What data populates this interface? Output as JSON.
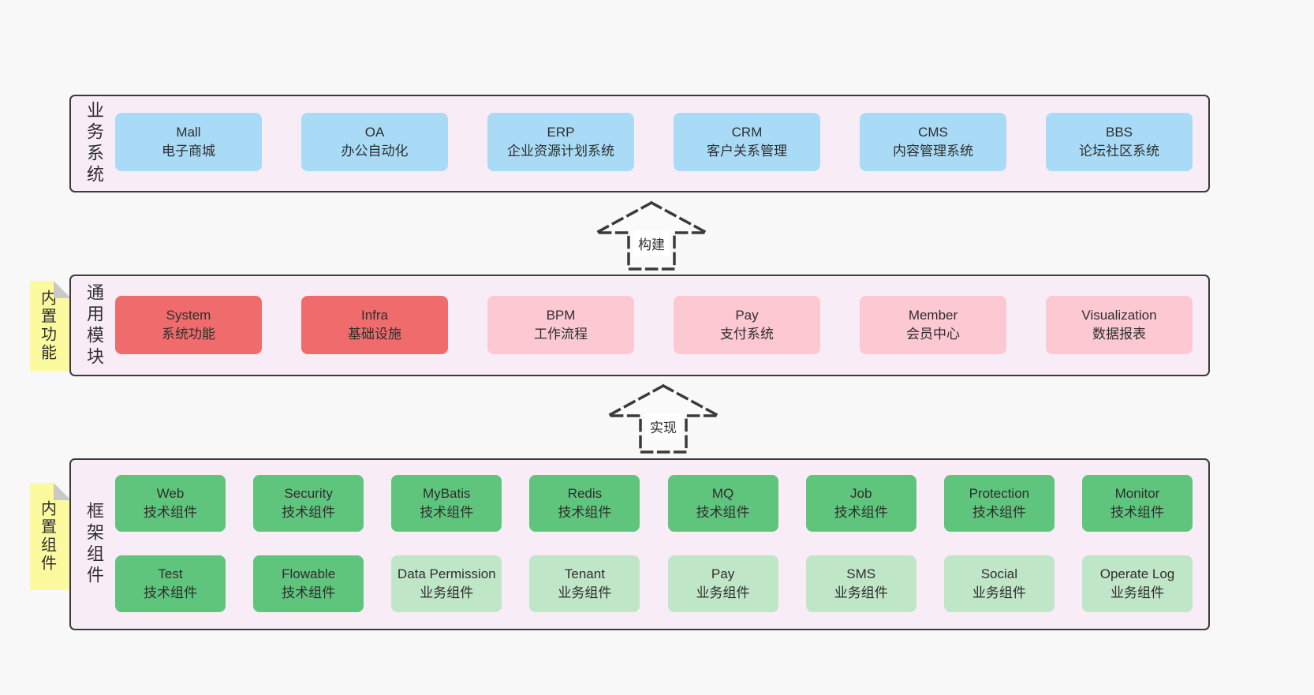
{
  "colors": {
    "page_bg": "#f8f8f8",
    "section_bg": "#f8edf6",
    "section_border": "#3b3b3b",
    "blue_box": "#a9dbf6",
    "red_box": "#f06c6c",
    "pink_box": "#fcc8d2",
    "green_box": "#5fc57c",
    "light_green_box": "#c0e6c8",
    "sticky_note": "#fbfa9f",
    "note_fold": "#c9c9c9",
    "text": "#333333"
  },
  "arrows": {
    "build": "构建",
    "implement": "实现"
  },
  "sections": {
    "business": {
      "title": "业务系统",
      "boxes": [
        {
          "name": "Mall",
          "desc": "电子商城"
        },
        {
          "name": "OA",
          "desc": "办公自动化"
        },
        {
          "name": "ERP",
          "desc": "企业资源计划系统"
        },
        {
          "name": "CRM",
          "desc": "客户关系管理"
        },
        {
          "name": "CMS",
          "desc": "内容管理系统"
        },
        {
          "name": "BBS",
          "desc": "论坛社区系统"
        }
      ]
    },
    "modules": {
      "title": "通用模块",
      "note": "内置功能",
      "boxes": [
        {
          "name": "System",
          "desc": "系统功能"
        },
        {
          "name": "Infra",
          "desc": "基础设施"
        },
        {
          "name": "BPM",
          "desc": "工作流程"
        },
        {
          "name": "Pay",
          "desc": "支付系统"
        },
        {
          "name": "Member",
          "desc": "会员中心"
        },
        {
          "name": "Visualization",
          "desc": "数据报表"
        }
      ]
    },
    "framework": {
      "title": "框架组件",
      "note": "内置组件",
      "row1": [
        {
          "name": "Web",
          "desc": "技术组件"
        },
        {
          "name": "Security",
          "desc": "技术组件"
        },
        {
          "name": "MyBatis",
          "desc": "技术组件"
        },
        {
          "name": "Redis",
          "desc": "技术组件"
        },
        {
          "name": "MQ",
          "desc": "技术组件"
        },
        {
          "name": "Job",
          "desc": "技术组件"
        },
        {
          "name": "Protection",
          "desc": "技术组件"
        },
        {
          "name": "Monitor",
          "desc": "技术组件"
        }
      ],
      "row2": [
        {
          "name": "Test",
          "desc": "技术组件"
        },
        {
          "name": "Flowable",
          "desc": "技术组件"
        },
        {
          "name": "Data Permission",
          "desc": "业务组件"
        },
        {
          "name": "Tenant",
          "desc": "业务组件"
        },
        {
          "name": "Pay",
          "desc": "业务组件"
        },
        {
          "name": "SMS",
          "desc": "业务组件"
        },
        {
          "name": "Social",
          "desc": "业务组件"
        },
        {
          "name": "Operate Log",
          "desc": "业务组件"
        }
      ]
    }
  }
}
